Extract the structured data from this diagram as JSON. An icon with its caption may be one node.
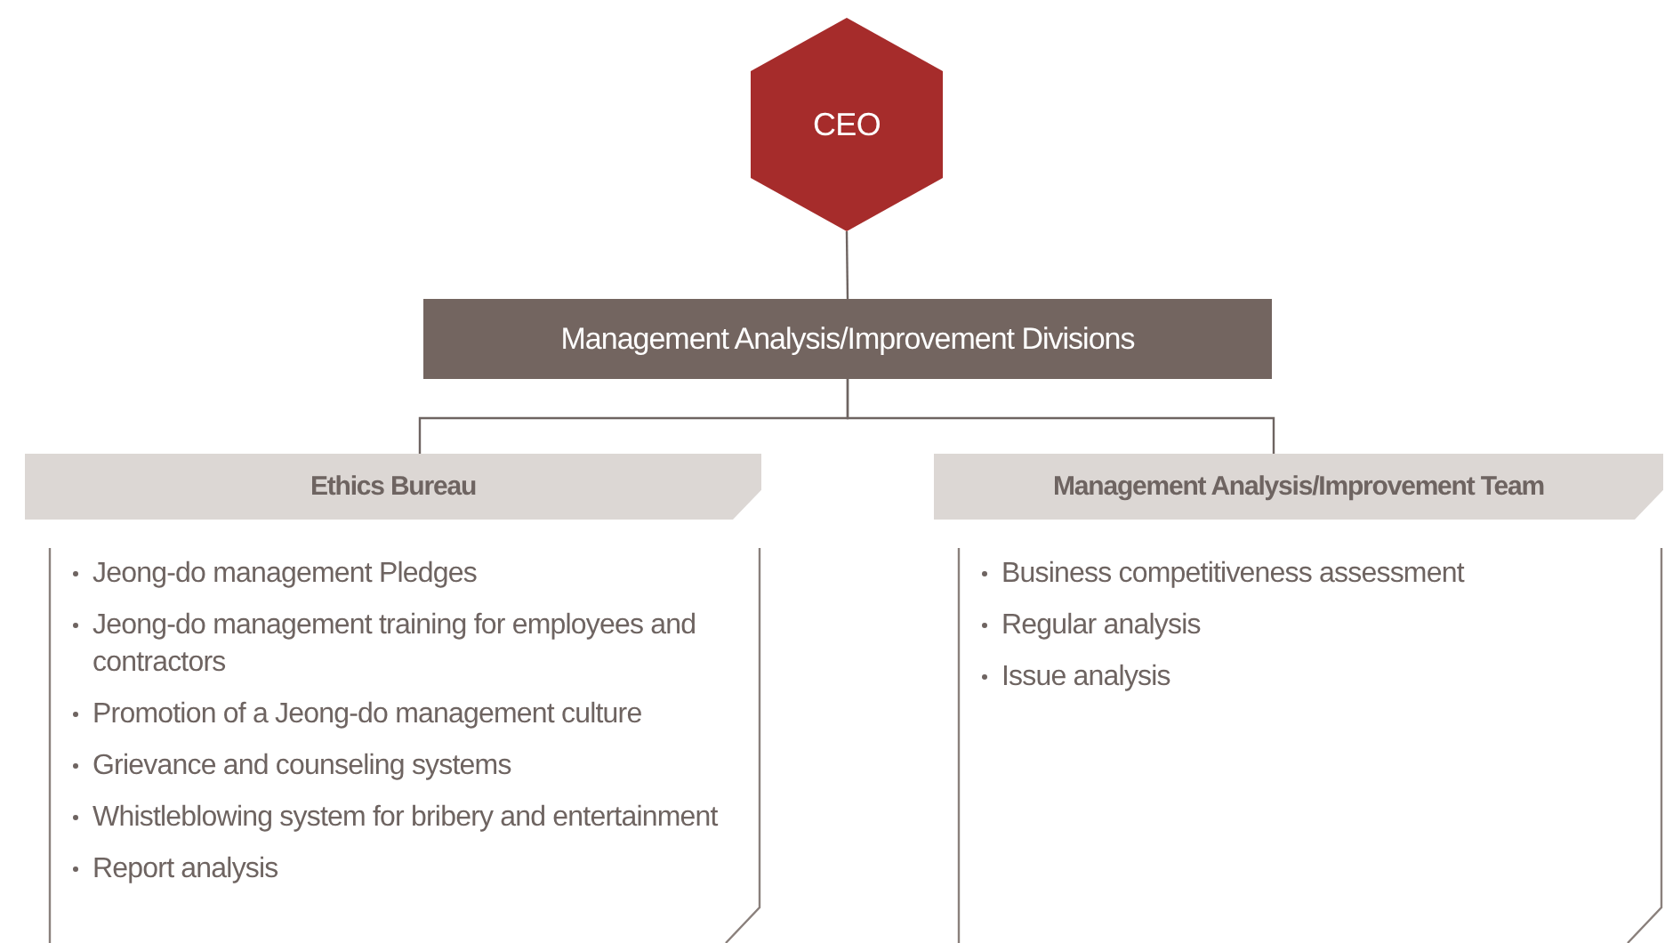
{
  "diagram": {
    "nodes": [
      {
        "text": [
          "CEO"
        ]
      },
      {
        "text": [
          "Management Analysis/Improvement Divisions"
        ]
      },
      {
        "text": [
          "Ethics Bureau",
          "Jeong-do management Pledges",
          "Jeong-do management training for employees and contractors",
          "Promotion of a Jeong-do management culture",
          "Grievance and counseling systems",
          "Whistleblowing system for bribery and entertainment",
          "Report analysis"
        ]
      },
      {
        "text": [
          "Management Analysis/Improvement Team",
          "Business competitiveness assessment",
          "Regular analysis",
          "Issue analysis"
        ]
      }
    ],
    "edges": [
      {
        "from": 0,
        "to": 1,
        "arrow": "none"
      },
      {
        "from": 1,
        "to": 2,
        "arrow": "none"
      },
      {
        "from": 1,
        "to": 3,
        "arrow": "none"
      }
    ]
  }
}
